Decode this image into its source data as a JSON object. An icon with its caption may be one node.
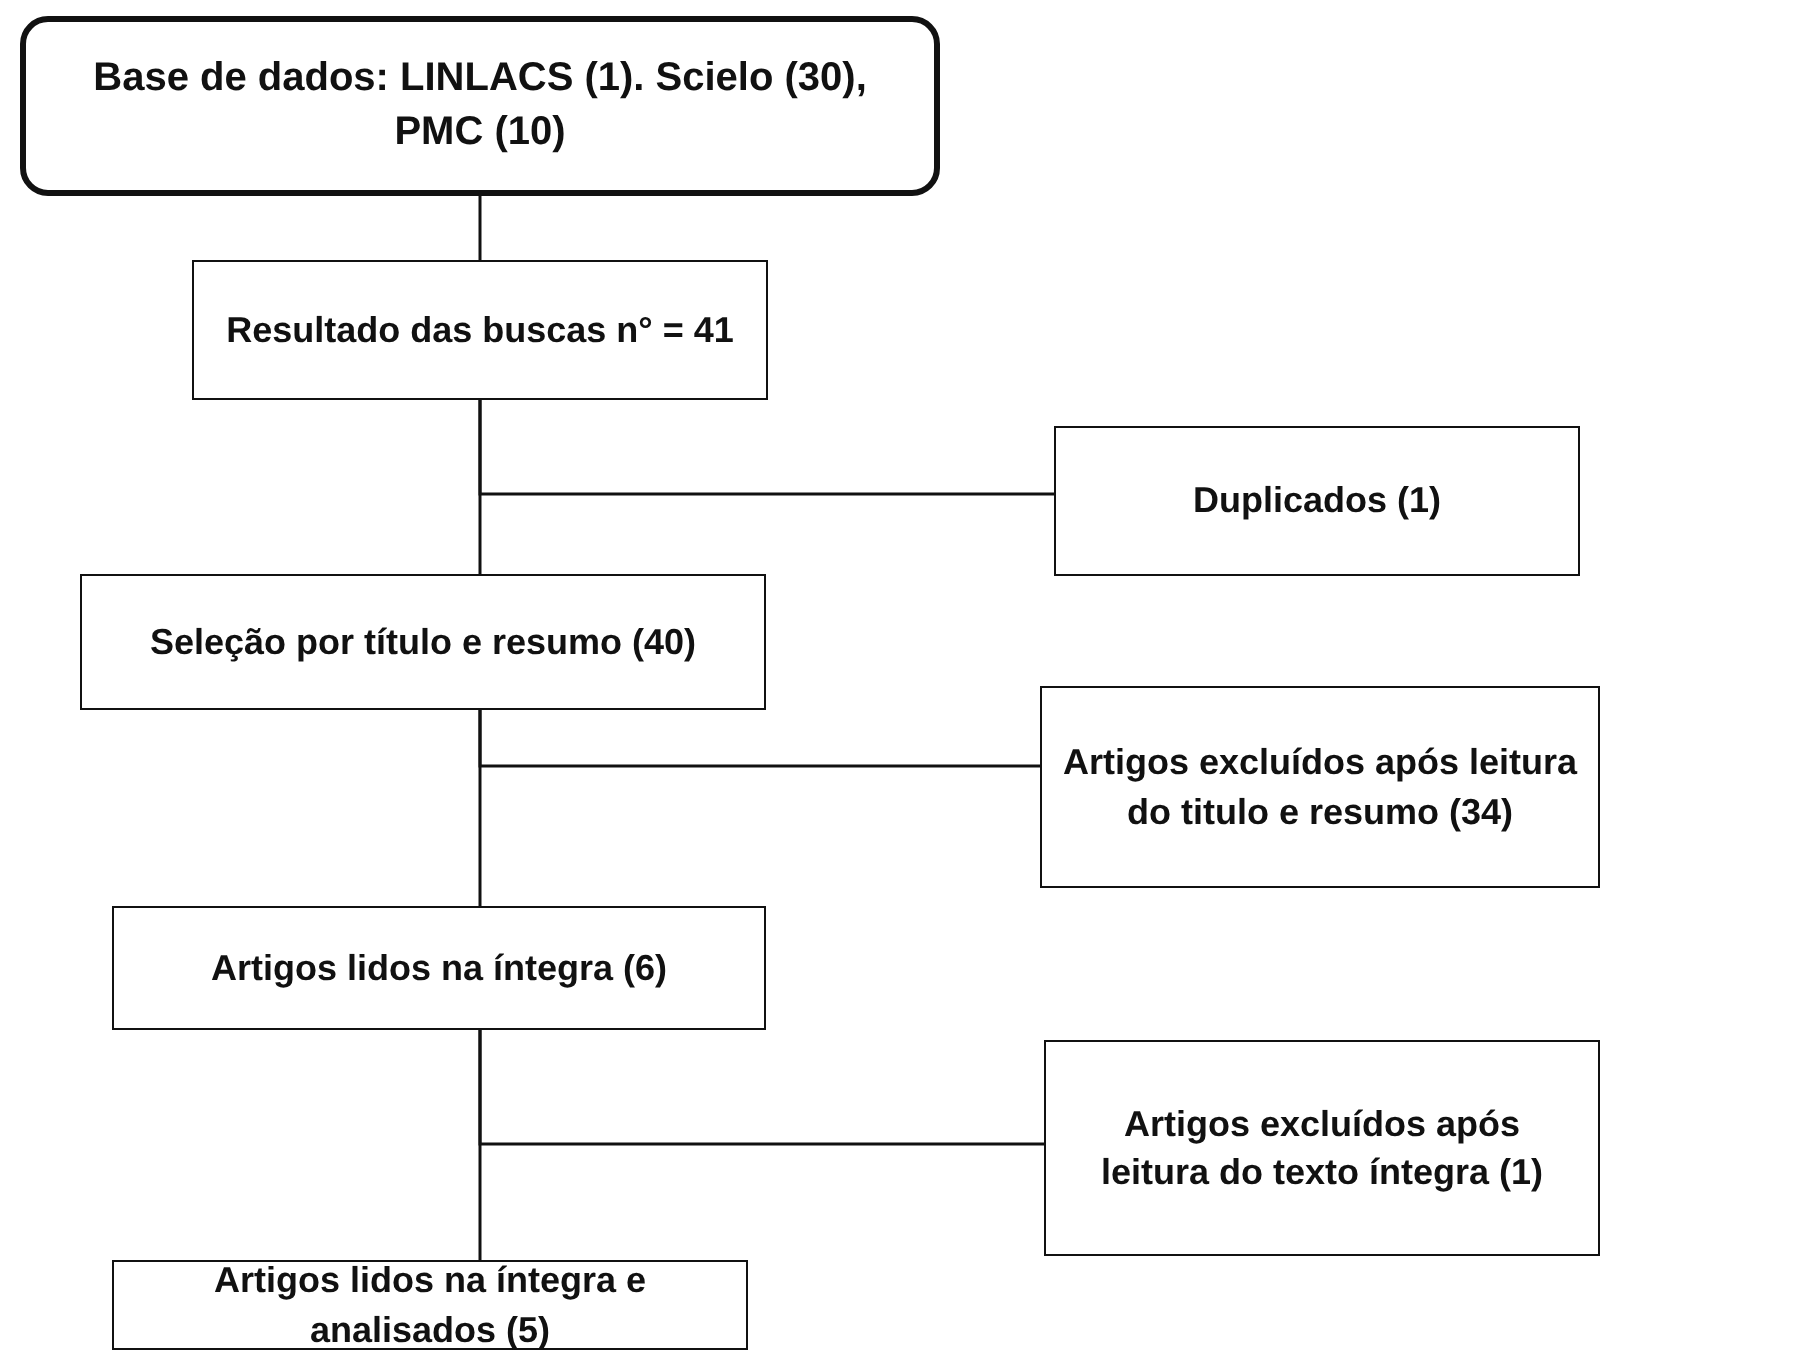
{
  "diagram": {
    "nodes": [
      {
        "text": [
          "Base de dados: LINLACS (1). Scielo (30), PMC (10)"
        ]
      },
      {
        "text": [
          "Resultado das buscas n° = 41"
        ]
      },
      {
        "text": [
          "Duplicados (1)"
        ]
      },
      {
        "text": [
          "Seleção por título e resumo (40)"
        ]
      },
      {
        "text": [
          "Artigos excluídos após leitura do titulo e resumo (34)"
        ]
      },
      {
        "text": [
          "Artigos lidos na íntegra (6)"
        ]
      },
      {
        "text": [
          "Artigos excluídos após leitura do texto íntegra (1)"
        ]
      },
      {
        "text": [
          "Artigos lidos na íntegra e analisados (5)"
        ]
      }
    ],
    "edges": [
      {
        "from": 0,
        "to": 1,
        "arrow": "none"
      },
      {
        "from": 1,
        "to": 3,
        "arrow": "none"
      },
      {
        "from": 1,
        "to": 2,
        "arrow": "none"
      },
      {
        "from": 3,
        "to": 5,
        "arrow": "none"
      },
      {
        "from": 3,
        "to": 4,
        "arrow": "none"
      },
      {
        "from": 5,
        "to": 7,
        "arrow": "none"
      },
      {
        "from": 5,
        "to": 6,
        "arrow": "none"
      }
    ]
  }
}
